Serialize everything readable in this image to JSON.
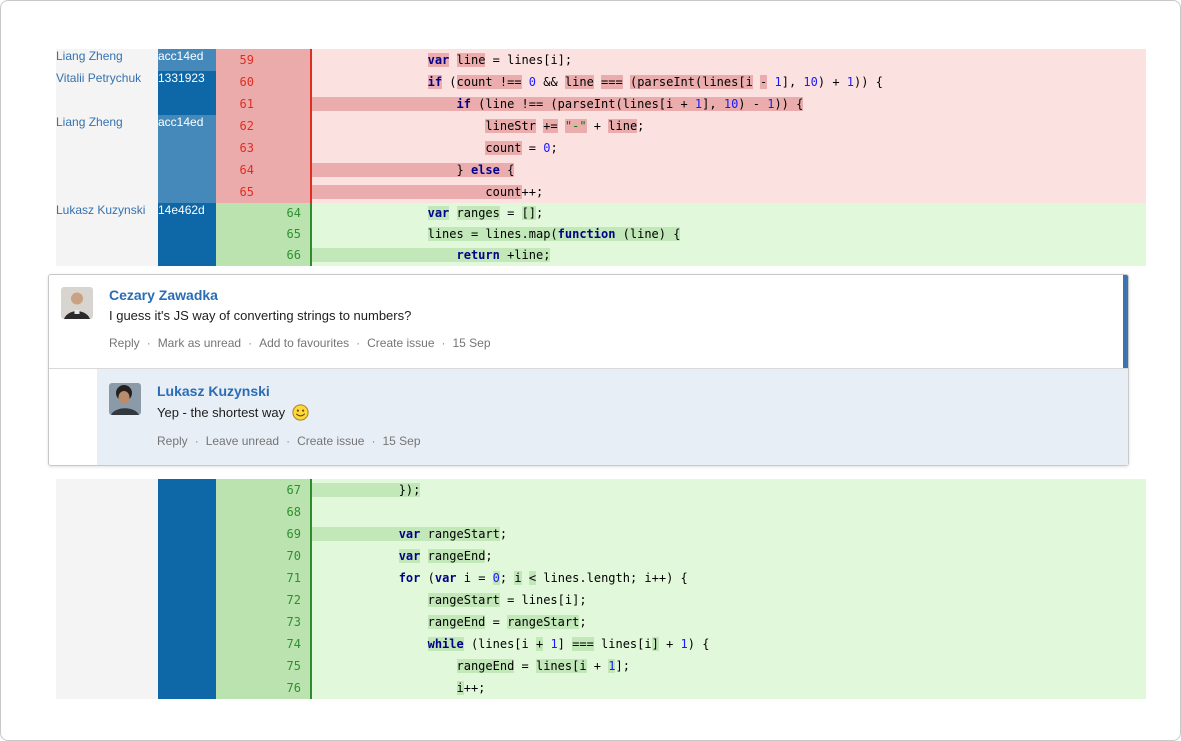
{
  "colors": {
    "author_bg": "#f4f4f4",
    "author_text": "#3572b0",
    "commit_light": "#4589bb",
    "commit_dark": "#0e68a8",
    "commit_text": "#ffffff",
    "del_gutter_bg": "#ecabab",
    "del_num": "#e02d21",
    "del_code_bg": "#fce1e1",
    "del_hl": "#eaacac",
    "del_border": "#e02d21",
    "add_gutter_bg": "#bbe3b0",
    "add_num": "#2f8f2f",
    "add_code_bg": "#e1f8da",
    "add_hl": "#c2e7b8",
    "add_border": "#2e8b2e",
    "kw": "#00008b",
    "num": "#1a1aff",
    "str": "#007700",
    "unread_bar": "#3b74ae",
    "reply_bg": "#e8eef5",
    "name_link": "#2a6db5"
  },
  "diff_top": {
    "rows": [
      {
        "kind": "del",
        "old": "59",
        "new": "",
        "group": {
          "author": "Liang Zheng",
          "commit": "acc14ed",
          "shade": "light",
          "span": 1
        },
        "tokens": [
          [
            "",
            "                "
          ],
          [
            "kw hl",
            "var"
          ],
          [
            "",
            " "
          ],
          [
            "hl",
            "line"
          ],
          [
            "",
            " = lines[i];"
          ]
        ]
      },
      {
        "kind": "del",
        "old": "60",
        "new": "",
        "group": {
          "author": "Vitalii Petrychuk",
          "commit": "1331923",
          "shade": "dark",
          "span": 2
        },
        "tokens": [
          [
            "",
            "                "
          ],
          [
            "kw hl",
            "if"
          ],
          [
            "",
            " ("
          ],
          [
            "hl",
            "count !=="
          ],
          [
            "",
            " "
          ],
          [
            "num",
            "0"
          ],
          [
            "",
            " && "
          ],
          [
            "hl",
            "line"
          ],
          [
            "",
            " "
          ],
          [
            "hl",
            "==="
          ],
          [
            "",
            " "
          ],
          [
            "hl",
            "(parseInt(lines[i"
          ],
          [
            "",
            " "
          ],
          [
            "hl",
            "-"
          ],
          [
            "",
            " "
          ],
          [
            "num",
            "1"
          ],
          [
            "",
            "], "
          ],
          [
            "num",
            "10"
          ],
          [
            "",
            ") + "
          ],
          [
            "num",
            "1"
          ],
          [
            "",
            ")) {"
          ]
        ]
      },
      {
        "kind": "del",
        "old": "61",
        "new": "",
        "tokens": [
          [
            "hl",
            "                    "
          ],
          [
            "kw hl",
            "if"
          ],
          [
            "hl",
            " (line !== (parseInt(lines[i + "
          ],
          [
            "num hl",
            "1"
          ],
          [
            "hl",
            "], "
          ],
          [
            "num hl",
            "10"
          ],
          [
            "hl",
            ") - "
          ],
          [
            "num hl",
            "1"
          ],
          [
            "hl",
            ")) {"
          ]
        ]
      },
      {
        "kind": "del",
        "old": "62",
        "new": "",
        "group": {
          "author": "Liang Zheng",
          "commit": "acc14ed",
          "shade": "light",
          "span": 4
        },
        "tokens": [
          [
            "",
            "                        "
          ],
          [
            "hl",
            "lineStr"
          ],
          [
            "",
            " "
          ],
          [
            "hl",
            "+="
          ],
          [
            "",
            " "
          ],
          [
            "str hl",
            "\"-\""
          ],
          [
            "",
            " + "
          ],
          [
            "hl",
            "line"
          ],
          [
            "",
            ";"
          ]
        ]
      },
      {
        "kind": "del",
        "old": "63",
        "new": "",
        "tokens": [
          [
            "",
            "                        "
          ],
          [
            "hl",
            "count"
          ],
          [
            "",
            " = "
          ],
          [
            "num",
            "0"
          ],
          [
            "",
            ";"
          ]
        ]
      },
      {
        "kind": "del",
        "old": "64",
        "new": "",
        "tokens": [
          [
            "hl",
            "                    } "
          ],
          [
            "kw hl",
            "else"
          ],
          [
            "hl",
            " {"
          ]
        ]
      },
      {
        "kind": "del",
        "old": "65",
        "new": "",
        "tokens": [
          [
            "hl",
            "                        count"
          ],
          [
            "",
            "++;"
          ]
        ]
      },
      {
        "kind": "add",
        "old": "",
        "new": "64",
        "group": {
          "author": "Lukasz Kuzynski",
          "commit": "14e462d",
          "shade": "dark",
          "span": 3
        },
        "tokens": [
          [
            "",
            "                "
          ],
          [
            "kw hl",
            "var"
          ],
          [
            "",
            " "
          ],
          [
            "hl",
            "ranges"
          ],
          [
            "",
            " = "
          ],
          [
            "hl",
            "[]"
          ],
          [
            "",
            ";"
          ]
        ]
      },
      {
        "kind": "add",
        "old": "",
        "new": "65",
        "tokens": [
          [
            "",
            "                "
          ],
          [
            "hl",
            "lines = lines.map("
          ],
          [
            "kw hl",
            "function"
          ],
          [
            "hl",
            " (line) {"
          ]
        ]
      },
      {
        "kind": "add",
        "old": "",
        "new": "66",
        "tokens": [
          [
            "hl",
            "                    "
          ],
          [
            "kw hl",
            "return"
          ],
          [
            "hl",
            " +line;"
          ]
        ]
      }
    ]
  },
  "diff_bottom": {
    "rows": [
      {
        "kind": "add",
        "old": "",
        "new": "67",
        "group": {
          "author": "",
          "commit": "",
          "shade": "dark",
          "span": 10
        },
        "tokens": [
          [
            "hl",
            "            });"
          ]
        ]
      },
      {
        "kind": "add",
        "old": "",
        "new": "68",
        "tokens": []
      },
      {
        "kind": "add",
        "old": "",
        "new": "69",
        "tokens": [
          [
            "hl",
            "            "
          ],
          [
            "kw hl",
            "var"
          ],
          [
            "hl",
            " rangeStart"
          ],
          [
            "",
            ";"
          ]
        ]
      },
      {
        "kind": "add",
        "old": "",
        "new": "70",
        "tokens": [
          [
            "",
            "            "
          ],
          [
            "kw hl",
            "var"
          ],
          [
            "",
            " "
          ],
          [
            "hl",
            "rangeEnd"
          ],
          [
            "",
            ";"
          ]
        ]
      },
      {
        "kind": "add",
        "old": "",
        "new": "71",
        "tokens": [
          [
            "",
            "            "
          ],
          [
            "kw",
            "for"
          ],
          [
            "",
            " ("
          ],
          [
            "kw",
            "var"
          ],
          [
            "",
            " i = "
          ],
          [
            "num hl",
            "0"
          ],
          [
            "",
            "; "
          ],
          [
            "hl",
            "i"
          ],
          [
            "",
            " "
          ],
          [
            "hl",
            "<"
          ],
          [
            "",
            " lines.length; i++) {"
          ]
        ]
      },
      {
        "kind": "add",
        "old": "",
        "new": "72",
        "tokens": [
          [
            "",
            "                "
          ],
          [
            "hl",
            "rangeStart"
          ],
          [
            "",
            " = lines[i];"
          ]
        ]
      },
      {
        "kind": "add",
        "old": "",
        "new": "73",
        "tokens": [
          [
            "",
            "                "
          ],
          [
            "hl",
            "rangeEnd"
          ],
          [
            "",
            " = "
          ],
          [
            "hl",
            "rangeStart"
          ],
          [
            "",
            ";"
          ]
        ]
      },
      {
        "kind": "add",
        "old": "",
        "new": "74",
        "tokens": [
          [
            "",
            "                "
          ],
          [
            "kw hl",
            "while"
          ],
          [
            "",
            " (lines[i "
          ],
          [
            "hl",
            "+"
          ],
          [
            "",
            " "
          ],
          [
            "num",
            "1"
          ],
          [
            "",
            "] "
          ],
          [
            "hl",
            "==="
          ],
          [
            "",
            " lines[i"
          ],
          [
            "hl",
            "]"
          ],
          [
            "",
            " + "
          ],
          [
            "num",
            "1"
          ],
          [
            "",
            ") {"
          ]
        ]
      },
      {
        "kind": "add",
        "old": "",
        "new": "75",
        "tokens": [
          [
            "",
            "                    "
          ],
          [
            "hl",
            "rangeEnd"
          ],
          [
            "",
            " = "
          ],
          [
            "hl",
            "lines[i"
          ],
          [
            "",
            " + "
          ],
          [
            "num hl",
            "1"
          ],
          [
            "",
            "];"
          ]
        ]
      },
      {
        "kind": "add",
        "old": "",
        "new": "76",
        "tokens": [
          [
            "",
            "                    "
          ],
          [
            "hl",
            "i"
          ],
          [
            "",
            "++;"
          ]
        ]
      }
    ]
  },
  "comments": {
    "separator": "·",
    "main": {
      "author": "Cezary Zawadka",
      "body": "I guess it's JS way of converting strings to numbers?",
      "actions": [
        "Reply",
        "Mark as unread",
        "Add to favourites",
        "Create issue"
      ],
      "date": "15 Sep"
    },
    "reply": {
      "author": "Lukasz Kuzynski",
      "body": "Yep - the shortest way",
      "emoticon": "smiley",
      "actions": [
        "Reply",
        "Leave unread",
        "Create issue"
      ],
      "date": "15 Sep"
    }
  }
}
